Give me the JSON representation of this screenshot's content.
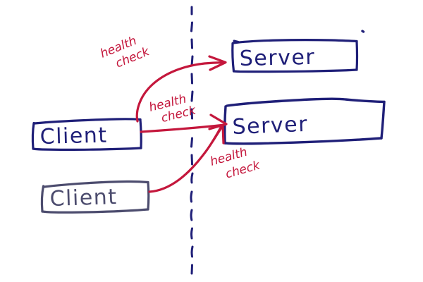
{
  "diagram": {
    "title": "Client server health check diagram",
    "style": "hand-drawn whiteboard sketch",
    "background_color": "#ffffff",
    "colors": {
      "node_stroke": "#1f1f78",
      "node_stroke_muted": "#4c4c6e",
      "edge_stroke": "#c4173c",
      "label_text": "#c4173c",
      "node_text": "#1f1f78",
      "node_text_muted": "#4c4c6e",
      "divider": "#1f1f78"
    },
    "nodes": [
      {
        "id": "server-top",
        "label": "Server",
        "kind": "server",
        "side": "right",
        "muted": false
      },
      {
        "id": "server-bottom",
        "label": "Server",
        "kind": "server",
        "side": "right",
        "muted": false
      },
      {
        "id": "client-top",
        "label": "Client",
        "kind": "client",
        "side": "left",
        "muted": false
      },
      {
        "id": "client-bottom",
        "label": "Client",
        "kind": "client",
        "side": "left",
        "muted": true
      }
    ],
    "edges": [
      {
        "id": "edge-1",
        "from": "client-top",
        "to": "server-top",
        "label": "health\ncheck",
        "label_line_1": "health",
        "label_line_2": "check",
        "arrow": true
      },
      {
        "id": "edge-2",
        "from": "client-top",
        "to": "server-bottom",
        "label": "health\ncheck",
        "label_line_1": "health",
        "label_line_2": "check",
        "arrow": true
      },
      {
        "id": "edge-3",
        "from": "client-bottom",
        "to": "server-bottom",
        "label": "health\ncheck",
        "label_line_1": "health",
        "label_line_2": "check",
        "arrow": true
      }
    ],
    "divider": {
      "id": "boundary-divider",
      "orientation": "vertical",
      "style": "dashed",
      "label": ""
    },
    "stray_marks": [
      {
        "id": "dot-above-server-top"
      }
    ]
  }
}
